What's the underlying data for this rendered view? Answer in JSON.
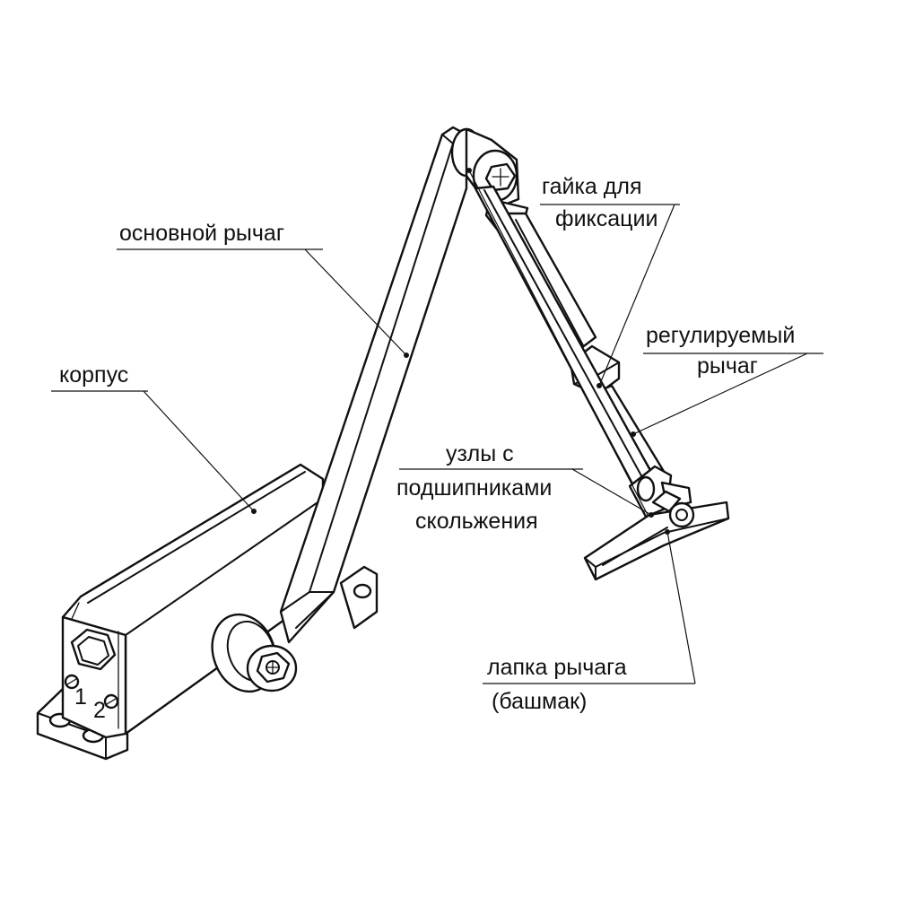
{
  "labels": {
    "main_arm": "основной рычаг",
    "body": "корпус",
    "nut_line1": "гайка для",
    "nut_line2": "фиксации",
    "adj_line1": "регулируемый",
    "adj_line2": "рычаг",
    "bearing_line1": "узлы с",
    "bearing_line2": "подшипниками",
    "bearing_line3": "скольжения",
    "shoe_line1": "лапка рычага",
    "shoe_line2": "(башмак)"
  },
  "valve_marks": {
    "valve_1": "1",
    "valve_2": "2"
  }
}
